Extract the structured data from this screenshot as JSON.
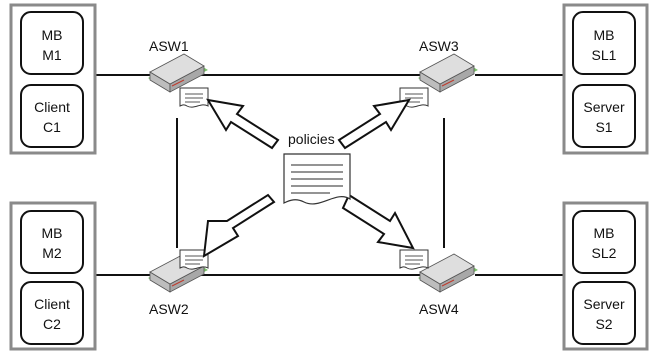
{
  "hosts": [
    {
      "id": "mb-m1",
      "lines": [
        "MB",
        "M1"
      ]
    },
    {
      "id": "client-c1",
      "lines": [
        "Client",
        "C1"
      ]
    },
    {
      "id": "mb-m2",
      "lines": [
        "MB",
        "M2"
      ]
    },
    {
      "id": "client-c2",
      "lines": [
        "Client",
        "C2"
      ]
    },
    {
      "id": "mb-sl1",
      "lines": [
        "MB",
        "SL1"
      ]
    },
    {
      "id": "server-s1",
      "lines": [
        "Server",
        "S1"
      ]
    },
    {
      "id": "mb-sl2",
      "lines": [
        "MB",
        "SL2"
      ]
    },
    {
      "id": "server-s2",
      "lines": [
        "Server",
        "S2"
      ]
    }
  ],
  "switches": [
    {
      "id": "asw1",
      "label": "ASW1"
    },
    {
      "id": "asw2",
      "label": "ASW2"
    },
    {
      "id": "asw3",
      "label": "ASW3"
    },
    {
      "id": "asw4",
      "label": "ASW4"
    }
  ],
  "center": {
    "label": "policies"
  },
  "colors": {
    "group_border": "#8a8a8a",
    "host_border": "#111111",
    "line": "#111111",
    "switch_body": "#d6d6d6",
    "switch_base": "#7bc36a",
    "arrow_fill": "#ffffff"
  }
}
